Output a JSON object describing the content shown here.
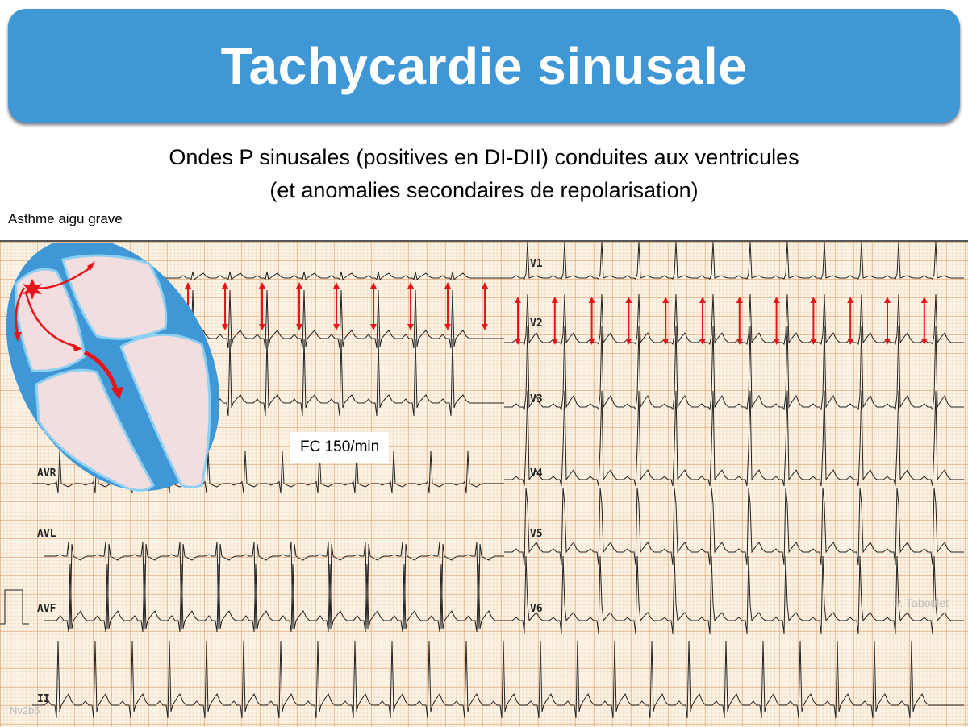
{
  "title": "Tachycardie sinusale",
  "subtitle_line1": "Ondes P sinusales (positives en DI-DII) conduites aux ventricules",
  "subtitle_line2": "(et anomalies secondaires de repolarisation)",
  "case_label": "Asthme aigu grave",
  "heart_rate_label": "FC 150/min",
  "leads": {
    "avr": "AVR",
    "avl": "AVL",
    "avf": "AVF",
    "ii": "II",
    "v1": "V1",
    "v2": "V2",
    "v3": "V3",
    "v4": "V4",
    "v5": "V5",
    "v6": "V6"
  },
  "author_watermark": "P. Taboulet",
  "slide_code": "Nv2b5",
  "colors": {
    "title_bar": "#3f98d5",
    "arrows": "#e8141b",
    "heart_wall": "#3f98d5",
    "heart_chambers": "#f2dede",
    "ecg_grid": "#e1a06e"
  },
  "heart_rate_bpm": 150
}
